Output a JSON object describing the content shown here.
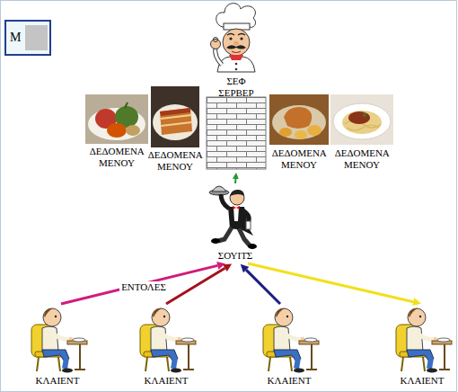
{
  "diagram": {
    "nodes": [
      {
        "text": [
          "Μ"
        ]
      },
      {
        "text": [
          "ΣΕΦ ΣΕΡΒΕΡ"
        ]
      },
      {
        "text": [
          "ΔΕΔΟΜΕΝΑ ΜΕΝΟΥ"
        ]
      },
      {
        "text": [
          "ΔΕΔΟΜΕΝΑ ΜΕΝΟΥ"
        ]
      },
      {
        "text": [
          "ΔΕΔΟΜΕΝΑ ΜΕΝΟΥ"
        ]
      },
      {
        "text": [
          "ΔΕΔΟΜΕΝΑ ΜΕΝΟΥ"
        ]
      },
      {
        "text": [
          "ΣΟΥΙΤΣ"
        ]
      },
      {
        "text": [
          "ΚΛΑΙΕΝΤ"
        ]
      },
      {
        "text": [
          "ΚΛΑΙΕΝΤ"
        ]
      },
      {
        "text": [
          "ΚΛΑΙΕΝΤ"
        ]
      },
      {
        "text": [
          "ΚΛΑΙΕΝΤ"
        ]
      }
    ],
    "edges": [
      {
        "from": 6,
        "to": 1,
        "arrow": "to"
      },
      {
        "from": 7,
        "to": 6,
        "label": "ΕΝΤΟΛΕΣ",
        "arrow": "to"
      },
      {
        "from": 8,
        "to": 6,
        "arrow": "to"
      },
      {
        "from": 9,
        "to": 6,
        "arrow": "to"
      },
      {
        "from": 6,
        "to": 10,
        "arrow": "to"
      }
    ]
  }
}
